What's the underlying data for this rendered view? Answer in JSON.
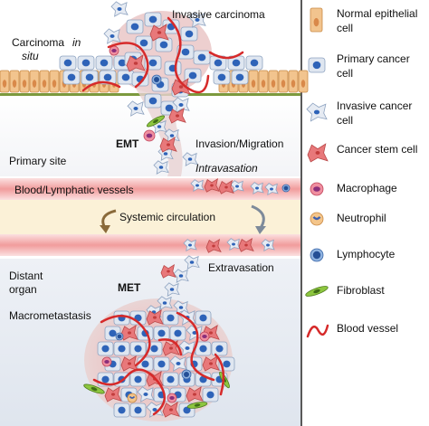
{
  "diagram": {
    "labels": {
      "invasive_carcinoma": "Invasive carcinoma",
      "carcinoma_in": "Carcinoma",
      "in_word": "in",
      "situ": "situ",
      "emt": "EMT",
      "invasion_migration": "Invasion/Migration",
      "primary_site": "Primary site",
      "intravasation": "Intravasation",
      "blood_lymphatic": "Blood/Lymphatic vessels",
      "systemic_circulation": "Systemic circulation",
      "extravasation": "Extravasation",
      "distant": "Distant",
      "organ": "organ",
      "met": "MET",
      "macrometastasis": "Macrometastasis"
    }
  },
  "legend": {
    "items": [
      {
        "icon": "normal-epithelial-cell-icon",
        "label_lines": [
          "Normal epithelial",
          "cell"
        ]
      },
      {
        "icon": "primary-cancer-cell-icon",
        "label_lines": [
          "Primary cancer",
          "cell"
        ]
      },
      {
        "icon": "invasive-cancer-cell-icon",
        "label_lines": [
          "Invasive cancer",
          "cell"
        ]
      },
      {
        "icon": "cancer-stem-cell-icon",
        "label_lines": [
          "Cancer stem cell"
        ]
      },
      {
        "icon": "macrophage-icon",
        "label_lines": [
          "Macrophage"
        ]
      },
      {
        "icon": "neutrophil-icon",
        "label_lines": [
          "Neutrophil"
        ]
      },
      {
        "icon": "lymphocyte-icon",
        "label_lines": [
          "Lymphocyte"
        ]
      },
      {
        "icon": "fibroblast-icon",
        "label_lines": [
          "Fibroblast"
        ]
      },
      {
        "icon": "blood-vessel-icon",
        "label_lines": [
          "Blood vessel"
        ]
      }
    ]
  },
  "colors": {
    "epithelial": "#f2c48e",
    "cancer_cell": "#dfe6f0",
    "nucleus": "#2e63b8",
    "stem_cell": "#e8787a",
    "vessel": "#d62a2a",
    "fibroblast": "#8dc63f",
    "blood_band": "#f2a9a9",
    "circulation_band": "#fbf1d7"
  }
}
